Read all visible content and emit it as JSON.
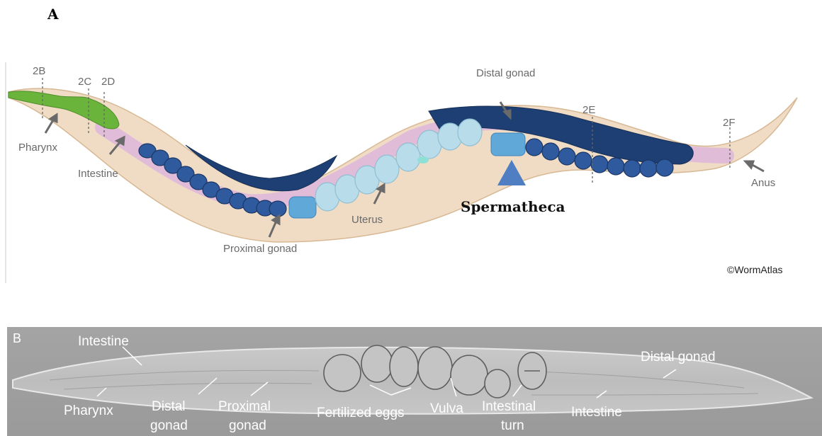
{
  "panel_a": {
    "letter": "A",
    "section_markers": [
      "2B",
      "2C",
      "2D",
      "2E",
      "2F"
    ],
    "labels": {
      "pharynx": "Pharynx",
      "intestine": "Intestine",
      "proximal_gonad": "Proximal gonad",
      "uterus": "Uterus",
      "distal_gonad": "Distal gonad",
      "anus": "Anus",
      "spermatheca": "Spermatheca"
    },
    "copyright": "©WormAtlas",
    "colors": {
      "pharynx": "#6ab43c",
      "gonad": "#1d3f73",
      "uterus": "#b8dcea",
      "spermatheca": "#5fa8d8",
      "intestine": "#e0bcd8",
      "cuticle": "#f0dcc4",
      "arrowhead": "#4f7ec2"
    }
  },
  "panel_b": {
    "letter": "B",
    "labels": {
      "intestine_top": "Intestine",
      "distal_gonad": "Distal gonad",
      "pharynx": "Pharynx",
      "distal_l1": "Distal",
      "distal_l2": "gonad",
      "proximal_l1": "Proximal",
      "proximal_l2": "gonad",
      "fertilized_eggs": "Fertilized eggs",
      "vulva": "Vulva",
      "intestinal_l1": "Intestinal",
      "intestinal_l2": "turn",
      "intestine_right": "Intestine"
    }
  }
}
